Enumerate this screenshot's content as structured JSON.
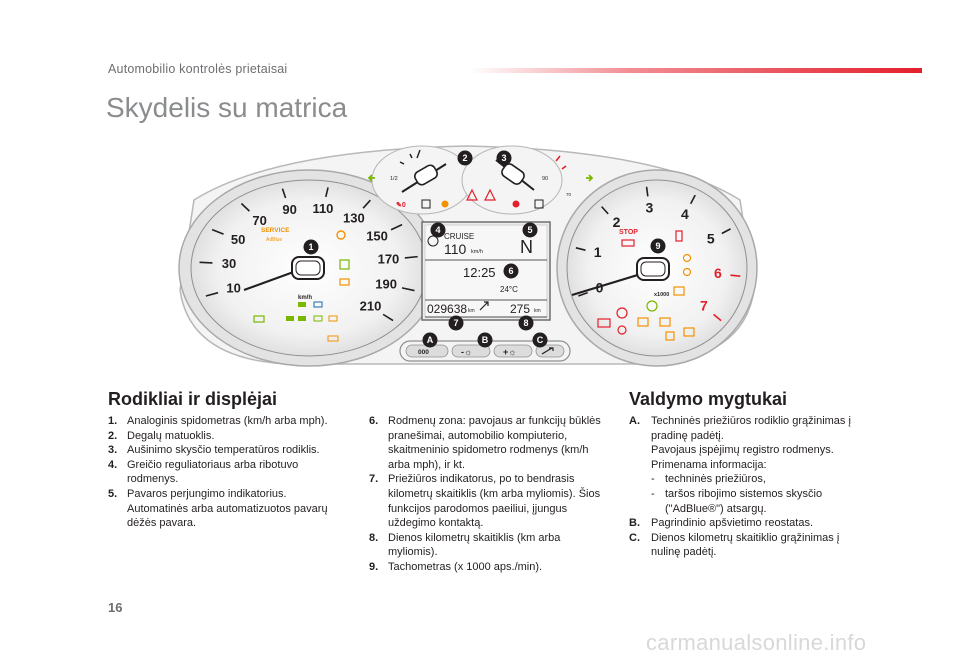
{
  "header": {
    "section": "Automobilio kontrolės prietaisai"
  },
  "page_title": "Skydelis su matrica",
  "dashboard": {
    "speedo_ticks": [
      "10",
      "30",
      "50",
      "70",
      "90",
      "110",
      "130",
      "150",
      "170",
      "190",
      "210"
    ],
    "speedo_unit": "km/h",
    "service_label": "SERVICE",
    "adblue_label": "AdBlue",
    "tacho_ticks": [
      "0",
      "1",
      "2",
      "3",
      "4",
      "5",
      "6",
      "7"
    ],
    "tacho_unit": "x1000",
    "stop_label": "STOP",
    "fuel_half": "1/2",
    "temp_90": "90",
    "temp_70": "70",
    "display": {
      "cruise": "CRUISE",
      "speed": "110",
      "speed_unit": "km/h",
      "gear": "N",
      "time": "12:25",
      "temp": "24°C",
      "odometer": "029638",
      "odo_unit": "km",
      "range": "275",
      "range_unit": "km"
    },
    "buttons": {
      "a": "000",
      "b": "-☼",
      "c": "+☼"
    },
    "callouts": [
      "1",
      "2",
      "3",
      "4",
      "5",
      "6",
      "7",
      "8",
      "9",
      "A",
      "B",
      "C"
    ]
  },
  "left_section": {
    "title": "Rodikliai ir displėjai",
    "col1": [
      {
        "num": "1.",
        "text": "Analoginis spidometras (km/h arba mph)."
      },
      {
        "num": "2.",
        "text": "Degalų matuoklis."
      },
      {
        "num": "3.",
        "text": "Aušinimo skysčio temperatūros rodiklis."
      },
      {
        "num": "4.",
        "text": "Greičio reguliatoriaus arba ribotuvo rodmenys."
      },
      {
        "num": "5.",
        "text": "Pavaros perjungimo indikatorius. Automatinės arba automatizuotos pavarų dėžės pavara."
      }
    ],
    "col2": [
      {
        "num": "6.",
        "text": "Rodmenų zona: pavojaus ar funkcijų būklės pranešimai, automobilio kompiuterio, skaitmeninio spidometro rodmenys (km/h arba mph), ir kt."
      },
      {
        "num": "7.",
        "text": "Priežiūros indikatorus, po to bendrasis kilometrų skaitiklis (km arba myliomis). Šios funkcijos parodomos paeiliui, įjungus uždegimo kontaktą."
      },
      {
        "num": "8.",
        "text": "Dienos kilometrų skaitiklis (km arba myliomis)."
      },
      {
        "num": "9.",
        "text": "Tachometras (x 1000 aps./min)."
      }
    ]
  },
  "right_section": {
    "title": "Valdymo mygtukai",
    "a": {
      "num": "A.",
      "line1": "Techninės priežiūros rodiklio grąžinimas į pradinę padėtį.",
      "line2": "Pavojaus įspėjimų registro rodmenys.",
      "line3": "Primenama informacija:",
      "bullet1": "techninės priežiūros,",
      "bullet2": "taršos ribojimo sistemos skysčio (\"AdBlue®\") atsargų."
    },
    "b": {
      "num": "B.",
      "text": "Pagrindinio apšvietimo reostatas."
    },
    "c": {
      "num": "C.",
      "text": "Dienos kilometrų skaitiklio grąžinimas į nulinę padėtį."
    }
  },
  "page_number": "16",
  "watermark": "carmanualsonline.info",
  "colors": {
    "accent": "#e41f2c",
    "orange": "#f39200",
    "green": "#7ab800",
    "red": "#e41f2c"
  }
}
